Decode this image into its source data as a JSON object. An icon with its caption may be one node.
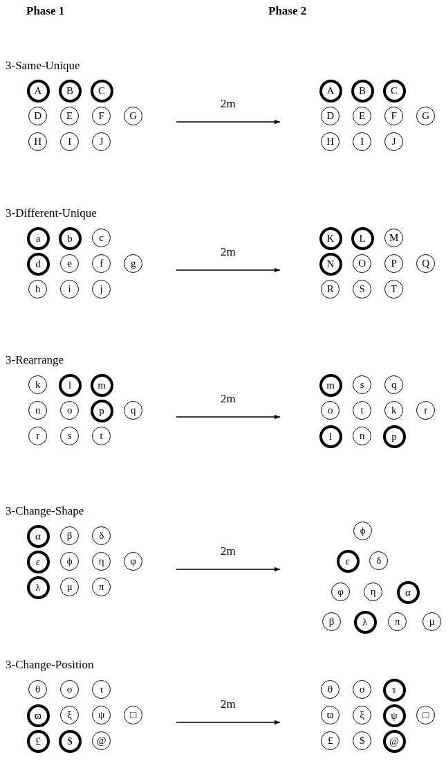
{
  "diagram": {
    "nodes": [
      {
        "text": [
          "A"
        ]
      },
      {
        "text": [
          "B"
        ]
      },
      {
        "text": [
          "C"
        ]
      },
      {
        "text": [
          "D"
        ]
      },
      {
        "text": [
          "E"
        ]
      },
      {
        "text": [
          "F"
        ]
      },
      {
        "text": [
          "G"
        ]
      },
      {
        "text": [
          "H"
        ]
      },
      {
        "text": [
          "I"
        ]
      },
      {
        "text": [
          "J"
        ]
      },
      {
        "text": [
          "A"
        ]
      },
      {
        "text": [
          "B"
        ]
      },
      {
        "text": [
          "C"
        ]
      },
      {
        "text": [
          "D"
        ]
      },
      {
        "text": [
          "E"
        ]
      },
      {
        "text": [
          "F"
        ]
      },
      {
        "text": [
          "G"
        ]
      },
      {
        "text": [
          "H"
        ]
      },
      {
        "text": [
          "I"
        ]
      },
      {
        "text": [
          "J"
        ]
      },
      {
        "text": [
          "a"
        ]
      },
      {
        "text": [
          "b"
        ]
      },
      {
        "text": [
          "c"
        ]
      },
      {
        "text": [
          "d"
        ]
      },
      {
        "text": [
          "e"
        ]
      },
      {
        "text": [
          "f"
        ]
      },
      {
        "text": [
          "g"
        ]
      },
      {
        "text": [
          "h"
        ]
      },
      {
        "text": [
          "i"
        ]
      },
      {
        "text": [
          "j"
        ]
      },
      {
        "text": [
          "K"
        ]
      },
      {
        "text": [
          "L"
        ]
      },
      {
        "text": [
          "M"
        ]
      },
      {
        "text": [
          "N"
        ]
      },
      {
        "text": [
          "O"
        ]
      },
      {
        "text": [
          "P"
        ]
      },
      {
        "text": [
          "Q"
        ]
      },
      {
        "text": [
          "R"
        ]
      },
      {
        "text": [
          "S"
        ]
      },
      {
        "text": [
          "T"
        ]
      },
      {
        "text": [
          "k"
        ]
      },
      {
        "text": [
          "l"
        ]
      },
      {
        "text": [
          "m"
        ]
      },
      {
        "text": [
          "n"
        ]
      },
      {
        "text": [
          "o"
        ]
      },
      {
        "text": [
          "p"
        ]
      },
      {
        "text": [
          "q"
        ]
      },
      {
        "text": [
          "r"
        ]
      },
      {
        "text": [
          "s"
        ]
      },
      {
        "text": [
          "t"
        ]
      },
      {
        "text": [
          "m"
        ]
      },
      {
        "text": [
          "s"
        ]
      },
      {
        "text": [
          "q"
        ]
      },
      {
        "text": [
          "o"
        ]
      },
      {
        "text": [
          "t"
        ]
      },
      {
        "text": [
          "k"
        ]
      },
      {
        "text": [
          "r"
        ]
      },
      {
        "text": [
          "l"
        ]
      },
      {
        "text": [
          "n"
        ]
      },
      {
        "text": [
          "p"
        ]
      },
      {
        "text": [
          "α"
        ]
      },
      {
        "text": [
          "β"
        ]
      },
      {
        "text": [
          "δ"
        ]
      },
      {
        "text": [
          "ε"
        ]
      },
      {
        "text": [
          "ϕ"
        ]
      },
      {
        "text": [
          "η"
        ]
      },
      {
        "text": [
          "φ"
        ]
      },
      {
        "text": [
          "λ"
        ]
      },
      {
        "text": [
          "μ"
        ]
      },
      {
        "text": [
          "π"
        ]
      },
      {
        "text": [
          "ϕ"
        ]
      },
      {
        "text": [
          "ε"
        ]
      },
      {
        "text": [
          "δ"
        ]
      },
      {
        "text": [
          "φ"
        ]
      },
      {
        "text": [
          "η"
        ]
      },
      {
        "text": [
          "α"
        ]
      },
      {
        "text": [
          "β"
        ]
      },
      {
        "text": [
          "λ"
        ]
      },
      {
        "text": [
          "π"
        ]
      },
      {
        "text": [
          "μ"
        ]
      },
      {
        "text": [
          "θ"
        ]
      },
      {
        "text": [
          "σ"
        ]
      },
      {
        "text": [
          "τ"
        ]
      },
      {
        "text": [
          "ϖ"
        ]
      },
      {
        "text": [
          "ξ"
        ]
      },
      {
        "text": [
          "ψ"
        ]
      },
      {
        "text": [
          "□"
        ]
      },
      {
        "text": [
          "£"
        ]
      },
      {
        "text": [
          "$"
        ]
      },
      {
        "text": [
          "@"
        ]
      },
      {
        "text": [
          "θ"
        ]
      },
      {
        "text": [
          "σ"
        ]
      },
      {
        "text": [
          "τ"
        ]
      },
      {
        "text": [
          "ϖ"
        ]
      },
      {
        "text": [
          "ξ"
        ]
      },
      {
        "text": [
          "ψ"
        ]
      },
      {
        "text": [
          "□"
        ]
      },
      {
        "text": [
          "£"
        ]
      },
      {
        "text": [
          "$"
        ]
      },
      {
        "text": [
          "@"
        ]
      }
    ],
    "labels": [
      "Phase 1",
      "Phase 2",
      "3-Same-Unique",
      "2m",
      "3-Different-Unique",
      "2m",
      "3-Rearrange",
      "2m",
      "3-Change-Shape",
      "2m",
      "3-Change-Position",
      "2m"
    ]
  }
}
